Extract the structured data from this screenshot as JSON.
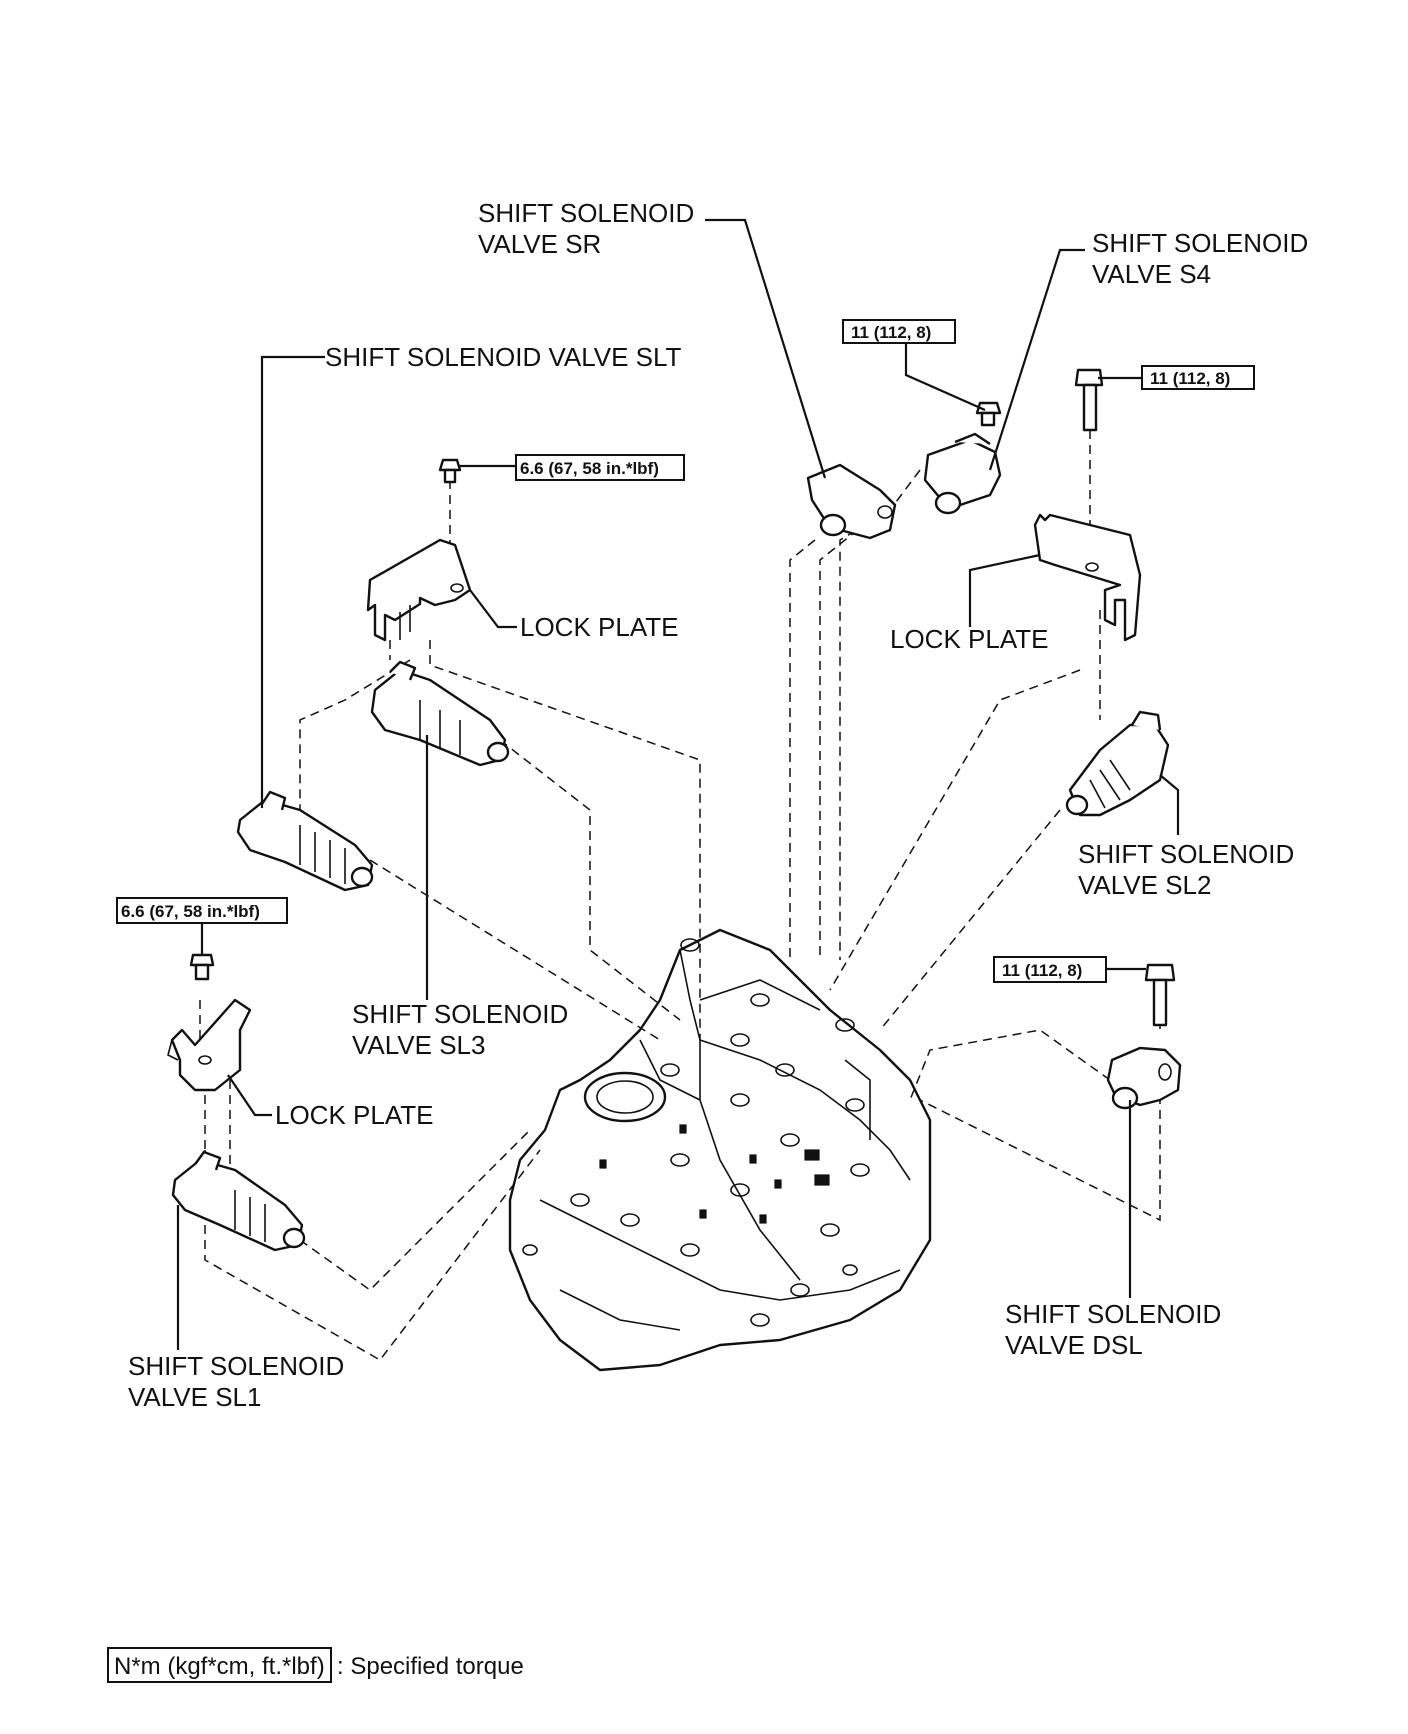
{
  "labels": {
    "sr": [
      "SHIFT SOLENOID",
      "VALVE SR"
    ],
    "s4": [
      "SHIFT SOLENOID",
      "VALVE S4"
    ],
    "slt": [
      "SHIFT SOLENOID VALVE SLT"
    ],
    "lock_plate_upper_left": [
      "LOCK PLATE"
    ],
    "lock_plate_right": [
      "LOCK PLATE"
    ],
    "lock_plate_lower_left": [
      "LOCK PLATE"
    ],
    "sl2": [
      "SHIFT SOLENOID",
      "VALVE SL2"
    ],
    "sl3": [
      "SHIFT SOLENOID",
      "VALVE SL3"
    ],
    "sl1": [
      "SHIFT SOLENOID",
      "VALVE SL1"
    ],
    "dsl": [
      "SHIFT SOLENOID",
      "VALVE DSL"
    ]
  },
  "torques": {
    "sr_s4_bolt": "11 (112, 8)",
    "right_plate_bolt": "11 (112, 8)",
    "upper_left_plate_bolt": "6.6 (67, 58 in.*lbf)",
    "lower_left_plate_bolt": "6.6 (67, 58 in.*lbf)",
    "dsl_bolt": "11 (112, 8)"
  },
  "legend": {
    "unit_box": "N*m (kgf*cm, ft.*lbf)",
    "description": ": Specified torque"
  }
}
